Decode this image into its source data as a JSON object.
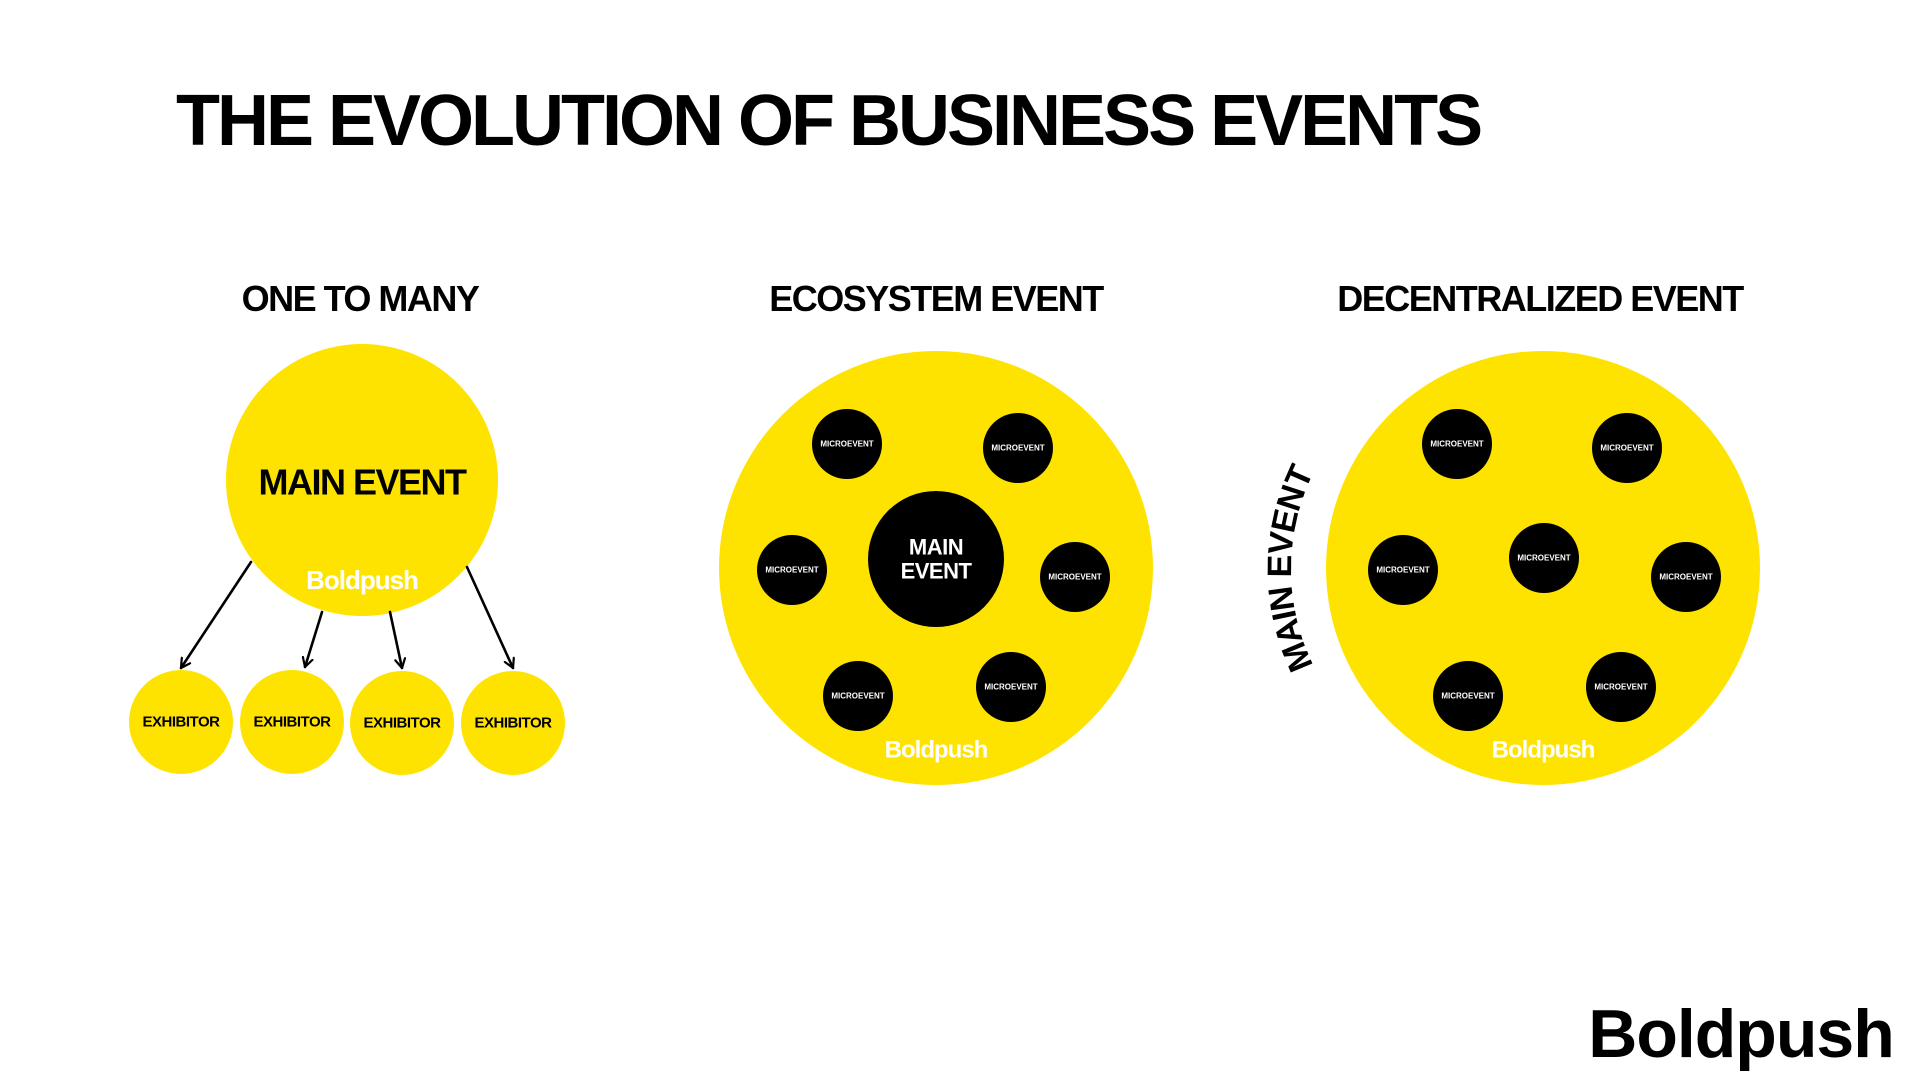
{
  "title": "THE EVOLUTION OF BUSINESS EVENTS",
  "brand": "Boldpush",
  "colors": {
    "yellow": "#ffe300",
    "black": "#000000",
    "white": "#ffffff"
  },
  "panels": [
    {
      "title": "ONE TO MANY",
      "main_label": "MAIN EVENT",
      "nodes": [
        "EXHIBITOR",
        "EXHIBITOR",
        "EXHIBITOR",
        "EXHIBITOR"
      ]
    },
    {
      "title": "ECOSYSTEM EVENT",
      "main_label_lines": [
        "MAIN",
        "EVENT"
      ],
      "nodes": [
        "MICROEVENT",
        "MICROEVENT",
        "MICROEVENT",
        "MICROEVENT",
        "MICROEVENT",
        "MICROEVENT"
      ]
    },
    {
      "title": "DECENTRALIZED EVENT",
      "main_label": "MAIN EVENT",
      "nodes": [
        "MICROEVENT",
        "MICROEVENT",
        "MICROEVENT",
        "MICROEVENT",
        "MICROEVENT",
        "MICROEVENT",
        "MICROEVENT"
      ]
    }
  ]
}
